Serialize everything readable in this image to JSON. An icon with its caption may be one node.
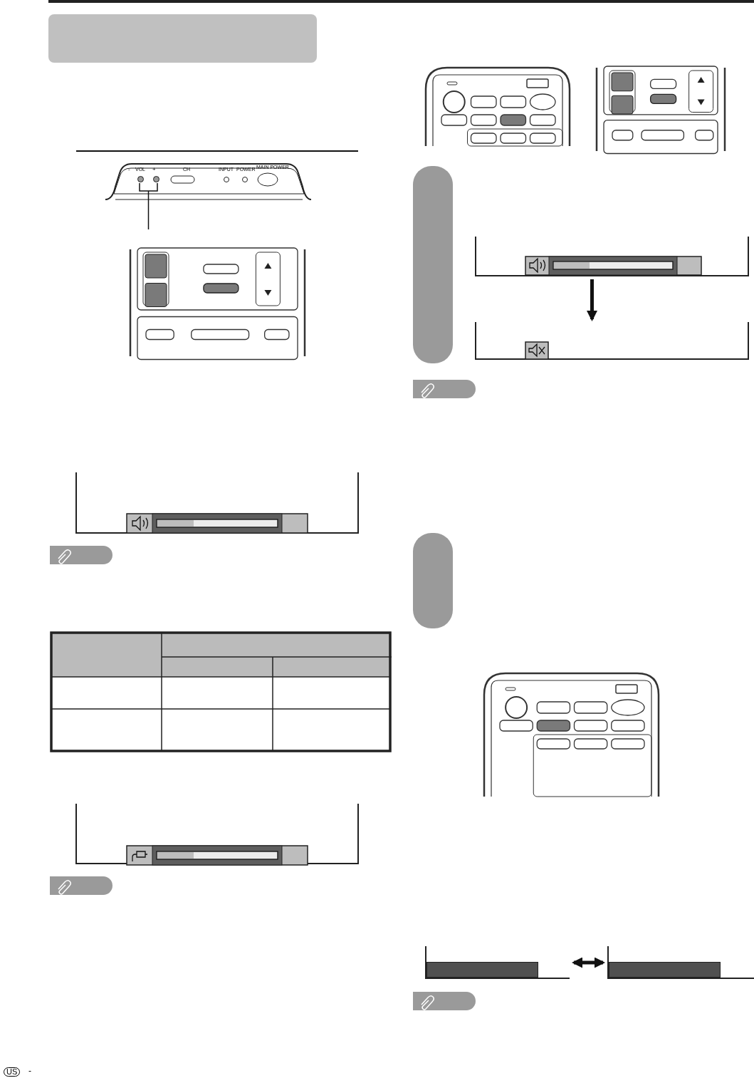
{
  "diagram": {
    "nodes": [
      {
        "text": [],
        "shape": "box"
      },
      {
        "text": [],
        "shape": "button"
      },
      {
        "text": [],
        "shape": "box"
      },
      {
        "text": [],
        "shape": "box"
      },
      {
        "text": [],
        "shape": "box"
      },
      {
        "text": [],
        "shape": "box"
      },
      {
        "text": [],
        "shape": "bar"
      },
      {
        "text": [],
        "shape": "bar"
      }
    ],
    "edges": [
      {
        "from": null,
        "to": 1,
        "arrow": "none"
      },
      {
        "from": 3,
        "to": 4,
        "arrow": "to"
      },
      {
        "from": 6,
        "to": 7,
        "arrow": "both"
      }
    ],
    "labels": [
      "-",
      "VOL",
      "+",
      "CH",
      "INPUT",
      "POWER",
      "MAIN POWER",
      "US",
      "-"
    ]
  }
}
